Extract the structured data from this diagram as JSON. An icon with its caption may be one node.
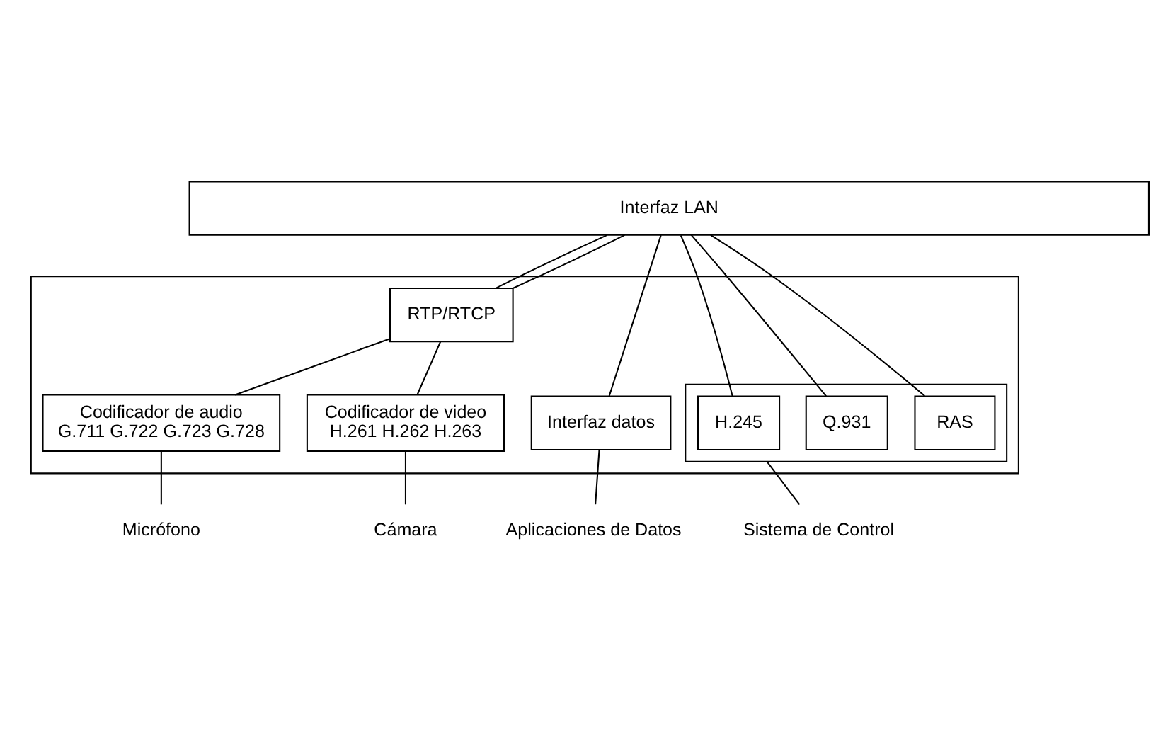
{
  "diagram": {
    "nodes": [
      {
        "text": [
          "Interfaz LAN"
        ]
      },
      {
        "text": [],
        "shape": "box"
      },
      {
        "text": [
          "RTP/RTCP"
        ],
        "in": 1
      },
      {
        "text": [
          "Codificador de audio",
          "G.711 G.722 G.723 G.728"
        ],
        "in": 1
      },
      {
        "text": [
          "Codificador de video",
          "H.261 H.262 H.263"
        ],
        "in": 1
      },
      {
        "text": [
          "Interfaz datos"
        ],
        "in": 1
      },
      {
        "text": [],
        "shape": "box",
        "in": 1
      },
      {
        "text": [
          "H.245"
        ],
        "in": 6
      },
      {
        "text": [
          "Q.931"
        ],
        "in": 6
      },
      {
        "text": [
          "RAS"
        ],
        "in": 6
      },
      {
        "text": [
          "Micrófono"
        ]
      },
      {
        "text": [
          "Cámara"
        ]
      },
      {
        "text": [
          "Aplicaciones de Datos"
        ]
      },
      {
        "text": [
          "Sistema de Control"
        ]
      }
    ],
    "edges": [
      {
        "from": 0,
        "to": 2,
        "arrow": "none"
      },
      {
        "from": 0,
        "to": 2,
        "arrow": "none"
      },
      {
        "from": 2,
        "to": 3,
        "arrow": "none"
      },
      {
        "from": 2,
        "to": 4,
        "arrow": "none"
      },
      {
        "from": 0,
        "to": 5,
        "arrow": "none"
      },
      {
        "from": 0,
        "to": 7,
        "arrow": "none"
      },
      {
        "from": 0,
        "to": 8,
        "arrow": "none"
      },
      {
        "from": 0,
        "to": 9,
        "arrow": "none"
      },
      {
        "from": 3,
        "to": 10,
        "arrow": "none"
      },
      {
        "from": 4,
        "to": 11,
        "arrow": "none"
      },
      {
        "from": 5,
        "to": 12,
        "arrow": "none"
      },
      {
        "from": 6,
        "to": 13,
        "arrow": "none"
      }
    ]
  }
}
